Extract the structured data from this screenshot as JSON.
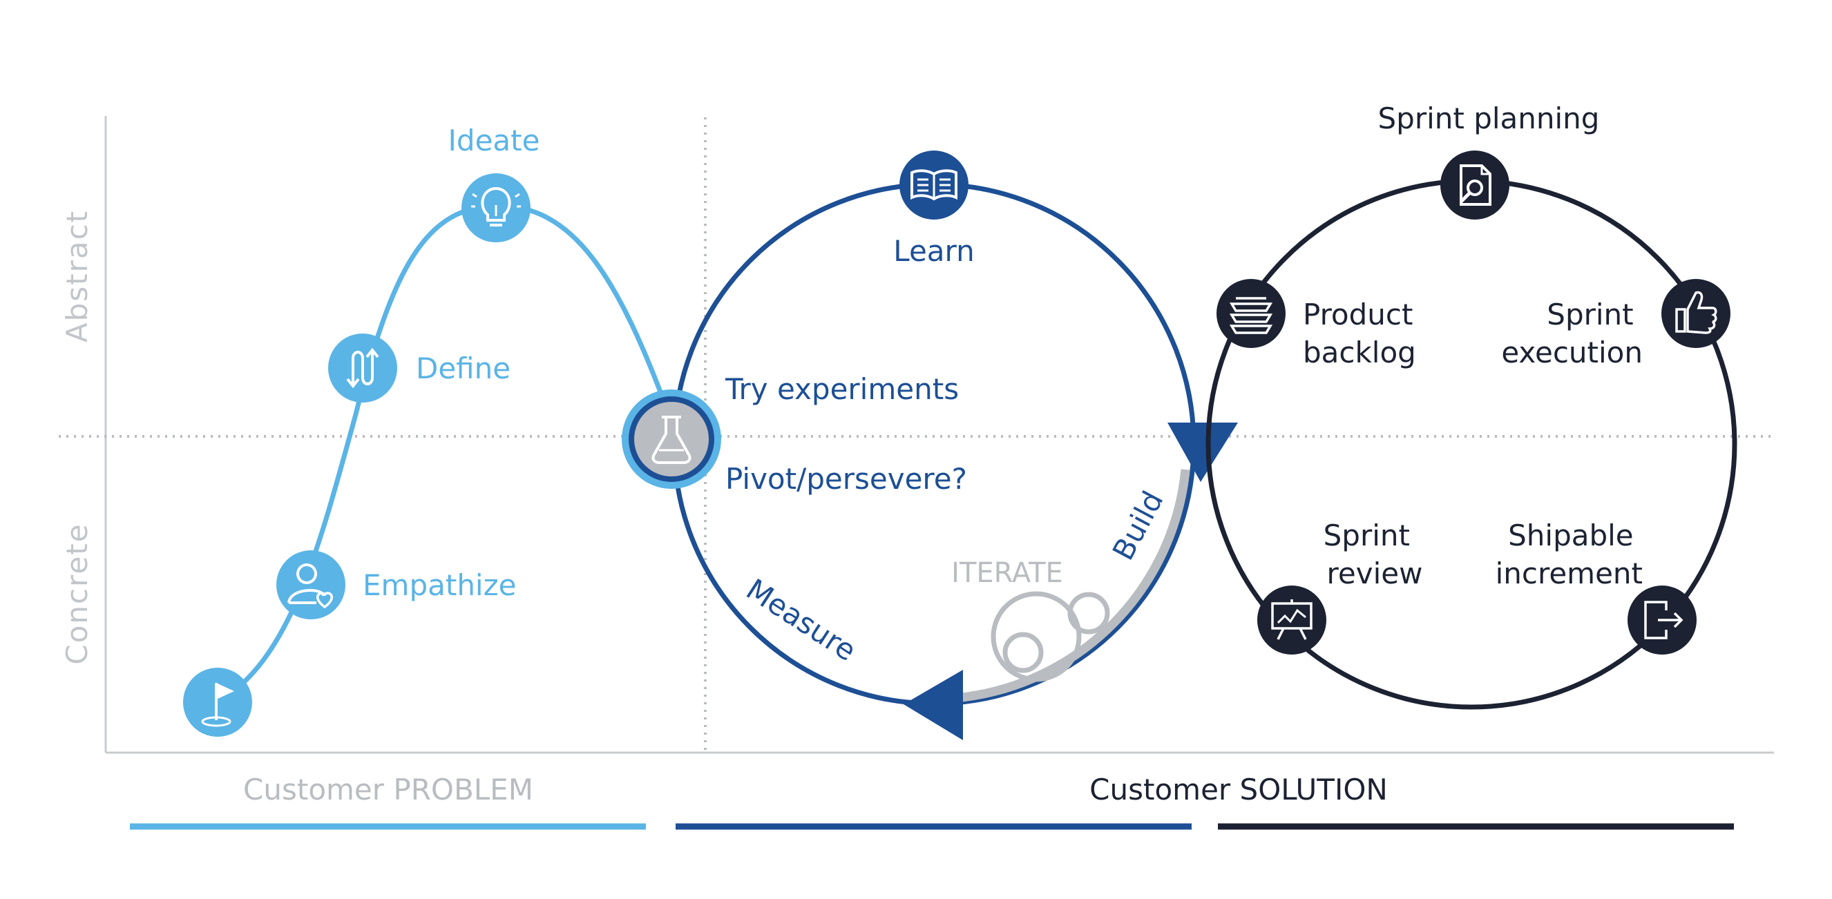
{
  "axes": {
    "y_top": "Abstract",
    "y_bottom": "Concrete"
  },
  "problem": {
    "stages": {
      "ideate": "Ideate",
      "define": "Define",
      "empathize": "Empathize"
    },
    "footer": "Customer PROBLEM"
  },
  "lean": {
    "learn": "Learn",
    "try_experiments": "Try experiments",
    "pivot": "Pivot/persevere?",
    "build": "Build",
    "measure": "Measure",
    "iterate": "ITERATE"
  },
  "scrum": {
    "sprint_planning": "Sprint planning",
    "product_backlog": [
      "Product",
      "backlog"
    ],
    "sprint_execution": [
      "Sprint",
      "execution"
    ],
    "sprint_review": [
      "Sprint",
      "review"
    ],
    "shipable_increment": [
      "Shipable",
      "increment"
    ]
  },
  "solution_footer": "Customer SOLUTION",
  "colors": {
    "light_blue": "#5ab4e6",
    "mid_blue": "#1d4f95",
    "dark_navy": "#1c2232",
    "gray": "#b9bcc0"
  },
  "icons": {
    "ideate": "lightbulb-icon",
    "define": "up-down-arrows-icon",
    "empathize": "person-heart-icon",
    "start": "flag-icon",
    "experiment": "flask-icon",
    "learn": "book-icon",
    "sprint_planning": "document-search-icon",
    "product_backlog": "stacked-layers-icon",
    "sprint_execution": "thumbs-up-icon",
    "sprint_review": "presentation-board-icon",
    "shipable_increment": "export-icon",
    "iterate": "gears-icon"
  }
}
